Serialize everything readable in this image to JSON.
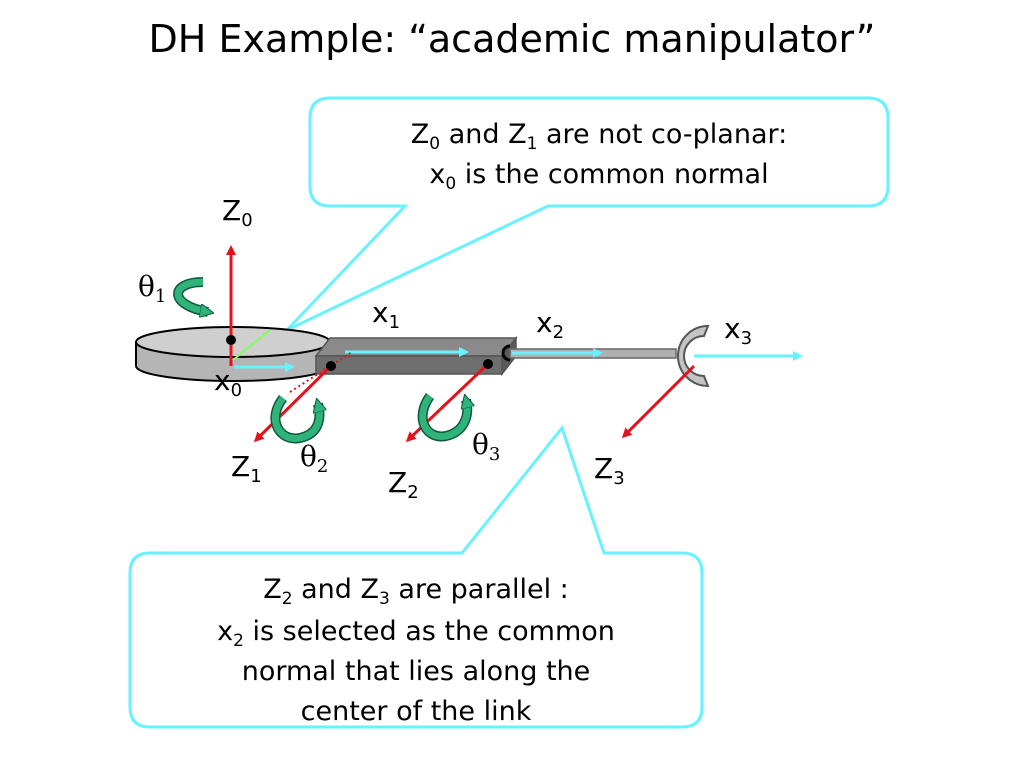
{
  "title": "DH Example: “academic manipulator”",
  "labels": {
    "z0": {
      "base": "Z",
      "sub": "0"
    },
    "z1": {
      "base": "Z",
      "sub": "1"
    },
    "z2": {
      "base": "Z",
      "sub": "2"
    },
    "z3": {
      "base": "Z",
      "sub": "3"
    },
    "x0": {
      "base": "x",
      "sub": "0"
    },
    "x1": {
      "base": "x",
      "sub": "1"
    },
    "x2": {
      "base": "x",
      "sub": "2"
    },
    "x3": {
      "base": "x",
      "sub": "3"
    },
    "theta1": {
      "base": "θ",
      "sub": "1"
    },
    "theta2": {
      "base": "θ",
      "sub": "2"
    },
    "theta3": {
      "base": "θ",
      "sub": "3"
    }
  },
  "callout_top": {
    "line1": {
      "a": "Z",
      "a_sub": "0",
      "b": " and Z",
      "b_sub": "1",
      "c": " are not co-planar:"
    },
    "line2": {
      "a": "x",
      "a_sub": "0",
      "b": " is the common normal"
    }
  },
  "callout_bottom": {
    "line1": {
      "a": "Z",
      "a_sub": "2",
      "b": " and Z",
      "b_sub": "3",
      "c": " are parallel :"
    },
    "line2": {
      "a": "x",
      "a_sub": "2",
      "b": " is selected as the common"
    },
    "line3": "normal that lies along the",
    "line4": "center of the link"
  },
  "colors": {
    "z_axis": "#e8101a",
    "x_axis": "#66f3ff",
    "callout_border": "#66f3ff",
    "rotation_arrow": "#2fb37a",
    "link": "#6e6e6e",
    "base": "#c9c9c9"
  }
}
